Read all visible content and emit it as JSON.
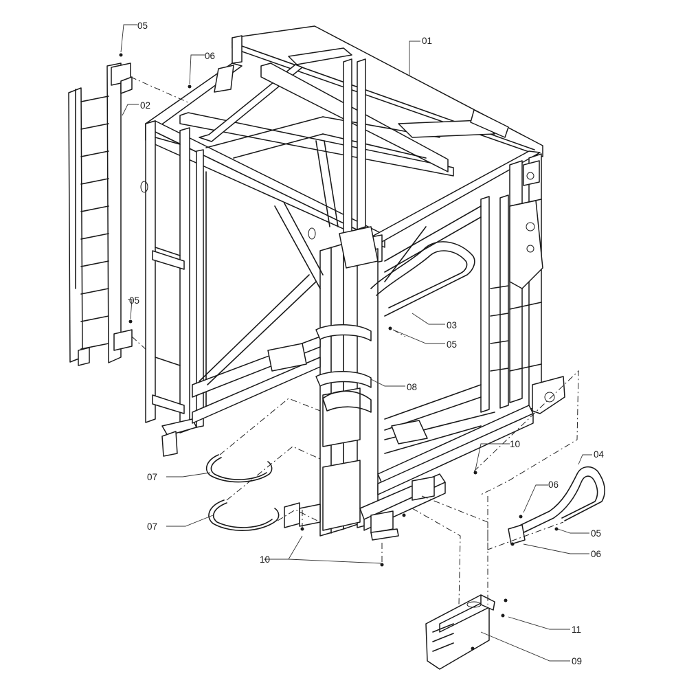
{
  "diagram": {
    "callouts": {
      "c01": "01",
      "c02": "02",
      "c03": "03",
      "c04": "04",
      "c05a": "05",
      "c05b": "05",
      "c05c": "05",
      "c05d": "05",
      "c06a": "06",
      "c06b": "06",
      "c06c": "06",
      "c07a": "07",
      "c07b": "07",
      "c08": "08",
      "c09": "09",
      "c10a": "10",
      "c10b": "10",
      "c11": "11"
    }
  }
}
